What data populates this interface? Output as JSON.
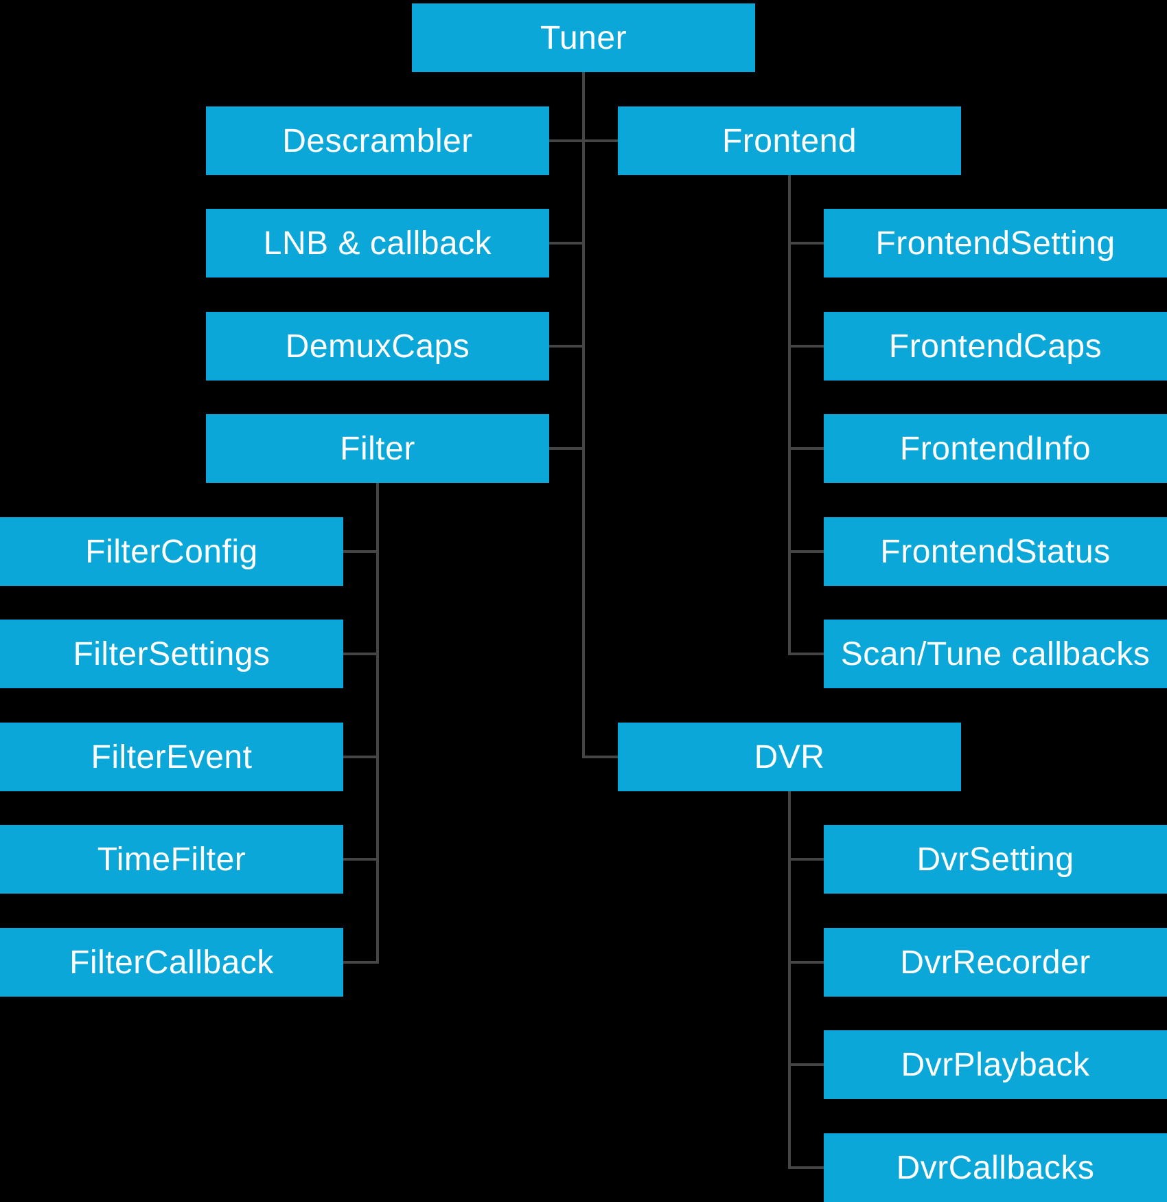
{
  "colors": {
    "background": "#000000",
    "box_fill": "#0aa7d8",
    "box_text": "#ffffff",
    "connector": "#454545"
  },
  "tree": {
    "root": {
      "label": "Tuner"
    },
    "branches": {
      "descrambler": {
        "label": "Descrambler"
      },
      "lnb": {
        "label": "LNB & callback"
      },
      "demux_caps": {
        "label": "DemuxCaps"
      },
      "filter": {
        "label": "Filter",
        "children": [
          {
            "label": "FilterConfig"
          },
          {
            "label": "FilterSettings"
          },
          {
            "label": "FilterEvent"
          },
          {
            "label": "TimeFilter"
          },
          {
            "label": "FilterCallback"
          }
        ]
      },
      "frontend": {
        "label": "Frontend",
        "children": [
          {
            "label": "FrontendSetting"
          },
          {
            "label": "FrontendCaps"
          },
          {
            "label": "FrontendInfo"
          },
          {
            "label": "FrontendStatus"
          },
          {
            "label": "Scan/Tune callbacks"
          }
        ]
      },
      "dvr": {
        "label": "DVR",
        "children": [
          {
            "label": "DvrSetting"
          },
          {
            "label": "DvrRecorder"
          },
          {
            "label": "DvrPlayback"
          },
          {
            "label": "DvrCallbacks"
          }
        ]
      }
    }
  }
}
